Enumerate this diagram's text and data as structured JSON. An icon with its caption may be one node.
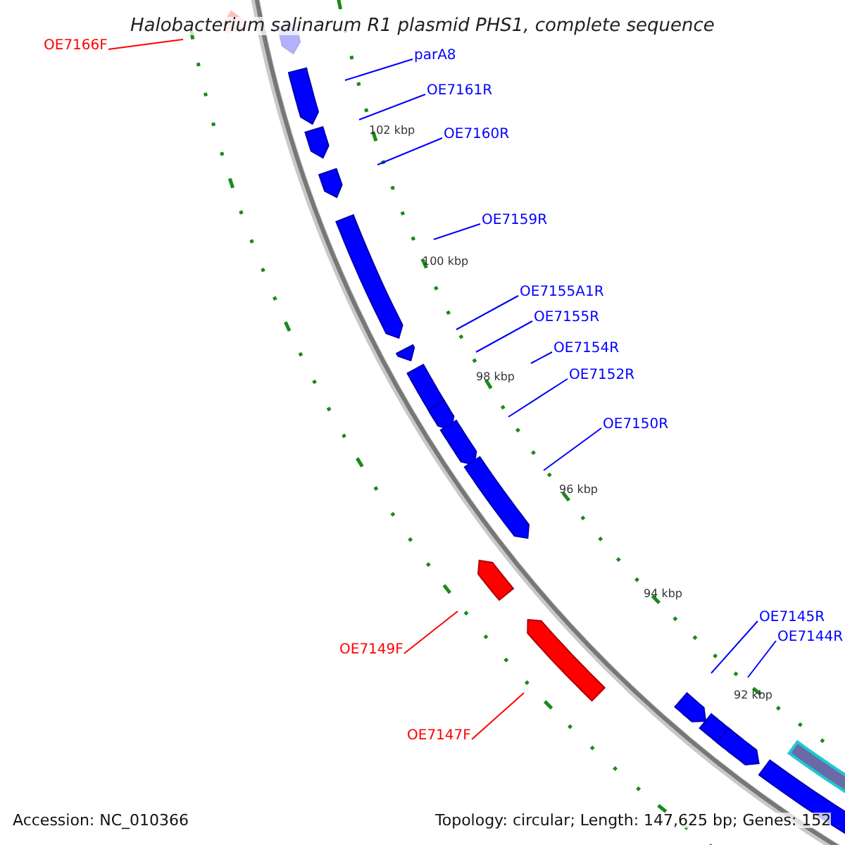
{
  "diagram": {
    "title": "Halobacterium salinarum R1 plasmid PHS1, complete sequence",
    "nodes": [
      {
        "text": [
          "OE7166F"
        ]
      },
      {
        "text": [
          "parA8"
        ]
      },
      {
        "text": [
          "OE7161R"
        ]
      },
      {
        "text": [
          "OE7160R"
        ]
      },
      {
        "text": [
          "OE7159R"
        ]
      },
      {
        "text": [
          "OE7155A1R"
        ]
      },
      {
        "text": [
          "OE7155R"
        ]
      },
      {
        "text": [
          "OE7154R"
        ]
      },
      {
        "text": [
          "OE7152R"
        ]
      },
      {
        "text": [
          "OE7150R"
        ]
      },
      {
        "text": [
          "OE7149F"
        ]
      },
      {
        "text": [
          "OE7147F"
        ]
      },
      {
        "text": [
          "OE7145R"
        ]
      },
      {
        "text": [
          "OE7144R"
        ]
      }
    ],
    "edges": [
      {
        "from": 0,
        "to": null,
        "arrow": "none",
        "color": "#ff0000"
      },
      {
        "from": 1,
        "to": null,
        "arrow": "none"
      },
      {
        "from": 2,
        "to": null,
        "arrow": "none"
      },
      {
        "from": 3,
        "to": null,
        "arrow": "none"
      },
      {
        "from": 4,
        "to": null,
        "arrow": "none"
      },
      {
        "from": 5,
        "to": null,
        "arrow": "none"
      },
      {
        "from": 6,
        "to": null,
        "arrow": "none"
      },
      {
        "from": 7,
        "to": null,
        "arrow": "none"
      },
      {
        "from": 8,
        "to": null,
        "arrow": "none"
      },
      {
        "from": 9,
        "to": null,
        "arrow": "none"
      },
      {
        "from": 10,
        "to": null,
        "arrow": "none",
        "color": "#ff0000"
      },
      {
        "from": 11,
        "to": null,
        "arrow": "none",
        "color": "#ff0000"
      },
      {
        "from": 12,
        "to": null,
        "arrow": "none"
      },
      {
        "from": 13,
        "to": null,
        "arrow": "none"
      }
    ],
    "labels": [
      "102 kbp",
      "100 kbp",
      "98 kbp",
      "96 kbp",
      "94 kbp",
      "92 kbp",
      "Accession: NC_010366",
      "Topology: circular; Length: 147,625 bp; Genes: 152"
    ]
  }
}
